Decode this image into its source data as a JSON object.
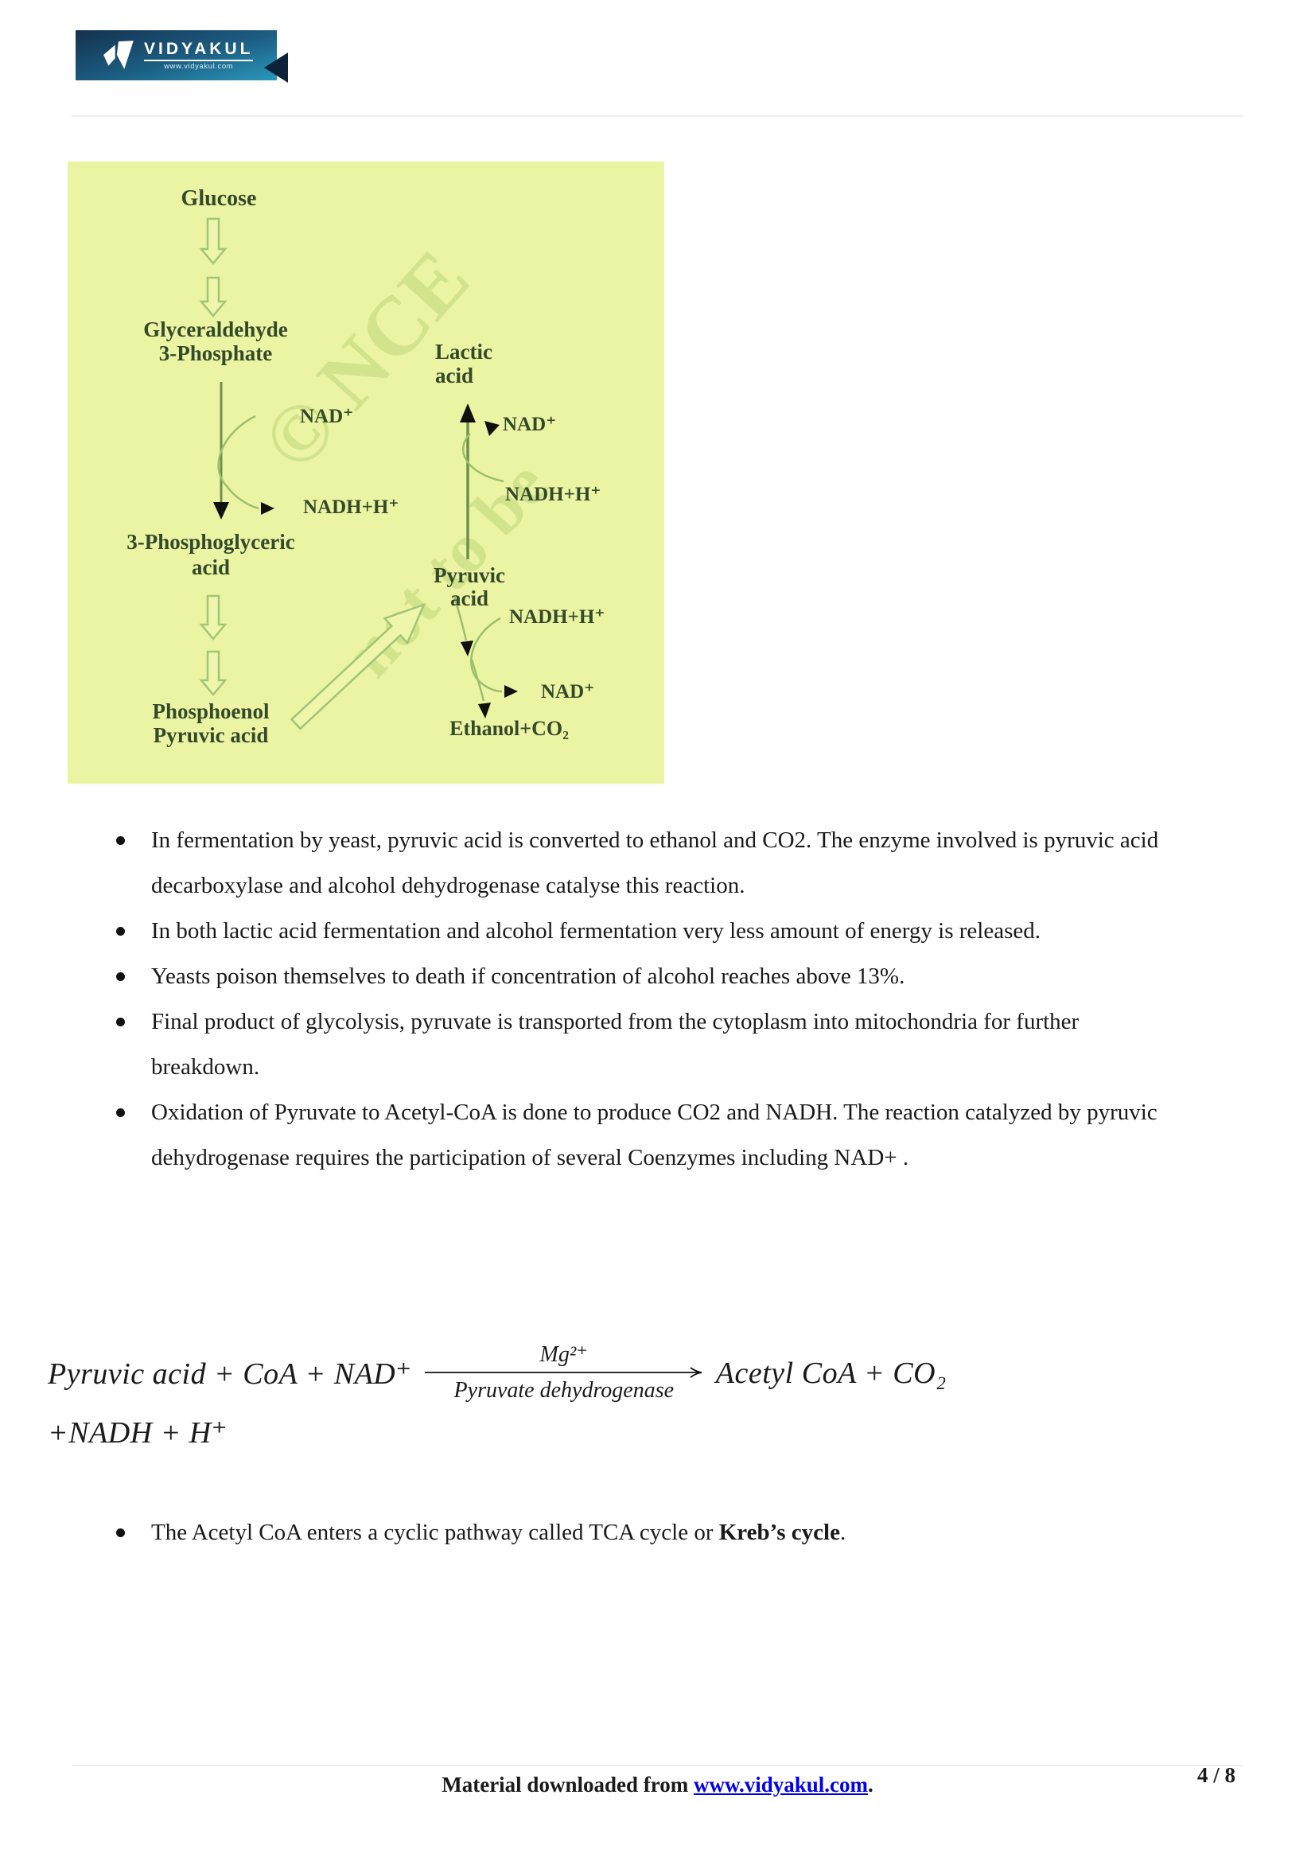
{
  "header": {
    "brand": "VIDYAKUL",
    "brand_url": "www.vidyakul.com"
  },
  "colors": {
    "banner_top": "#14314e",
    "banner_bottom": "#2b98ba",
    "diagram_bg": "#ebf4a3",
    "diagram_text": "#33492a",
    "link_blue": "#0000ee"
  },
  "diagram": {
    "watermark": {
      "line1": "© NCE",
      "line2": "not to be"
    },
    "nodes": {
      "glucose": "Glucose",
      "g3p_line1": "Glyceraldehyde",
      "g3p_line2": "3-Phosphate",
      "pga_line1": "3-Phosphoglyceric",
      "pga_line2": "acid",
      "pep_line1": "Phosphoenol",
      "pep_line2": "Pyruvic acid",
      "pyruvic_line1": "Pyruvic",
      "pyruvic_line2": "acid",
      "lactic_line1": "Lactic",
      "lactic_line2": "acid",
      "ethanol": "Ethanol+CO₂"
    },
    "cofactors": {
      "nad_left": "NAD⁺",
      "nadh_left": "NADH+H⁺",
      "nad_lactic": "NAD⁺",
      "nadh_lactic": "NADH+H⁺",
      "nadh_ethanol": "NADH+H⁺",
      "nad_ethanol": "NAD⁺"
    }
  },
  "bullets": [
    "In fermentation by yeast, pyruvic acid is converted to ethanol and CO2. The enzyme involved is pyruvic acid decarboxylase and alcohol dehydrogenase catalyse this reaction.",
    "In both lactic acid fermentation and alcohol fermentation very less amount of energy is released.",
    "Yeasts poison themselves to death if concentration of alcohol reaches above 13%.",
    "Final product of glycolysis, pyruvate is transported from the cytoplasm into mitochondria for further breakdown.",
    "Oxidation of Pyruvate to Acetyl-CoA is done to produce CO2 and NADH. The reaction catalyzed by pyruvic dehydrogenase requires the participation of several Coenzymes including NAD+ ."
  ],
  "equation": {
    "lhs": "Pyruvic acid + CoA + NAD⁺",
    "over": "Mg²⁺",
    "under": "Pyruvate dehydrogenase",
    "rhs": "Acetyl CoA + CO₂",
    "line2": "+NADH + H⁺"
  },
  "last_bullet": {
    "text": "The Acetyl CoA enters a cyclic pathway called TCA cycle or ",
    "bold": "Kreb’s cycle",
    "tail": "."
  },
  "footer": {
    "text": "Material downloaded from ",
    "link": "www.vidyakul.com",
    "tail": ".",
    "page": "4 / 8"
  }
}
